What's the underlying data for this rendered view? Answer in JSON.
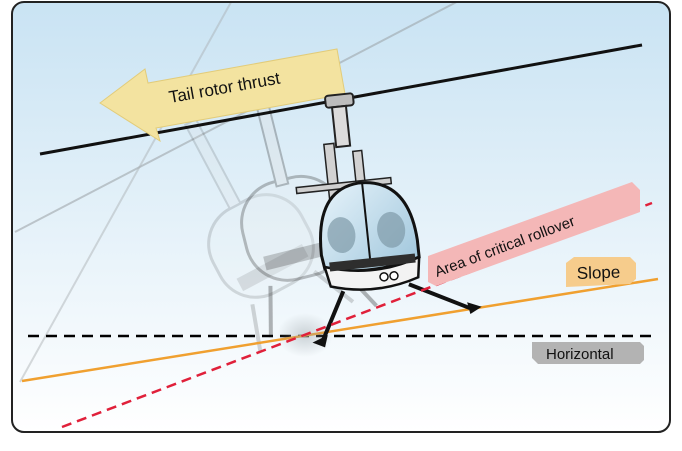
{
  "labels": {
    "tail_rotor_thrust": "Tail rotor thrust",
    "critical_rollover": "Area of critical rollover",
    "slope": "Slope",
    "horizontal": "Horizontal"
  },
  "colors": {
    "sky_top": "#c9e3f3",
    "sky_bottom": "#ffffff",
    "frame_border": "#222222",
    "rotor_line": "#111111",
    "slope_line": "#f0a030",
    "slope_tag": "#f6cc8c",
    "rollover_line": "#e0203a",
    "rollover_tag": "#f4b7b7",
    "horizontal_line": "#000000",
    "horizontal_tag": "#b3b3b3",
    "thrust_arrow": "#f3e3a0"
  },
  "icons": {
    "thrust_arrow": "left-arrow-icon",
    "helicopter": "helicopter-icon"
  }
}
